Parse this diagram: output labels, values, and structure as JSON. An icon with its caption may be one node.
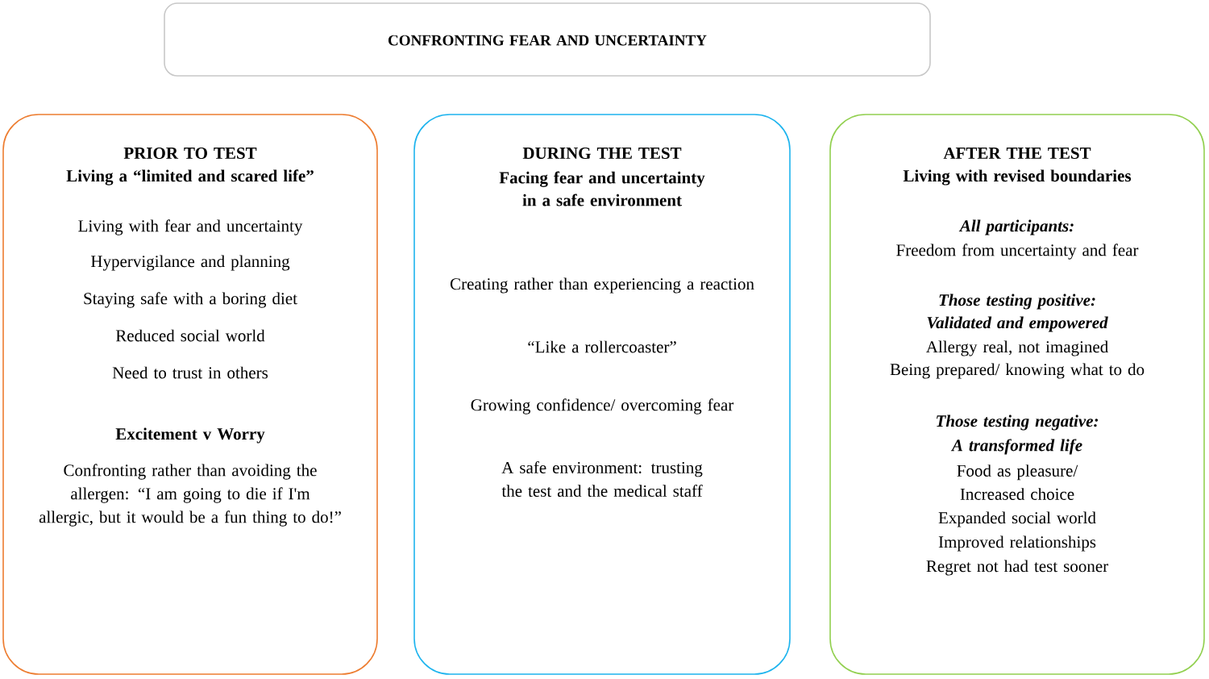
{
  "diagram": {
    "nodes": [
      {
        "text": [
          "CONFRONTING FEAR AND UNCERTAINTY"
        ]
      },
      {
        "text": [
          "PRIOR TO TEST",
          "Living a “limited and scared life”",
          "Living with fear and uncertainty",
          "Hypervigilance and planning",
          "Staying safe with a boring diet",
          "Reduced social world",
          "Need to trust in others",
          "Excitement v Worry",
          "Confronting rather than avoiding the allergen: “I am going to die if I'm allergic, but it would be a fun thing to do!”"
        ]
      },
      {
        "text": [
          "DURING THE TEST",
          "Facing fear and uncertainty in a safe environment",
          "Creating rather than experiencing a reaction",
          "“Like a rollercoaster”",
          "Growing confidence/ overcoming fear",
          "A safe environment: trusting the test and the medical staff"
        ]
      },
      {
        "text": [
          "AFTER THE TEST",
          "Living with revised boundaries",
          "All participants:",
          "Freedom from uncertainty and fear",
          "Those testing positive:",
          "Validated and empowered",
          "Allergy real, not imagined",
          "Being prepared/ knowing what to do",
          "Those testing negative:",
          "A transformed life",
          "Food as pleasure/ Increased choice",
          "Expanded social world",
          "Improved relationships",
          "Regret not had test sooner"
        ]
      }
    ]
  }
}
